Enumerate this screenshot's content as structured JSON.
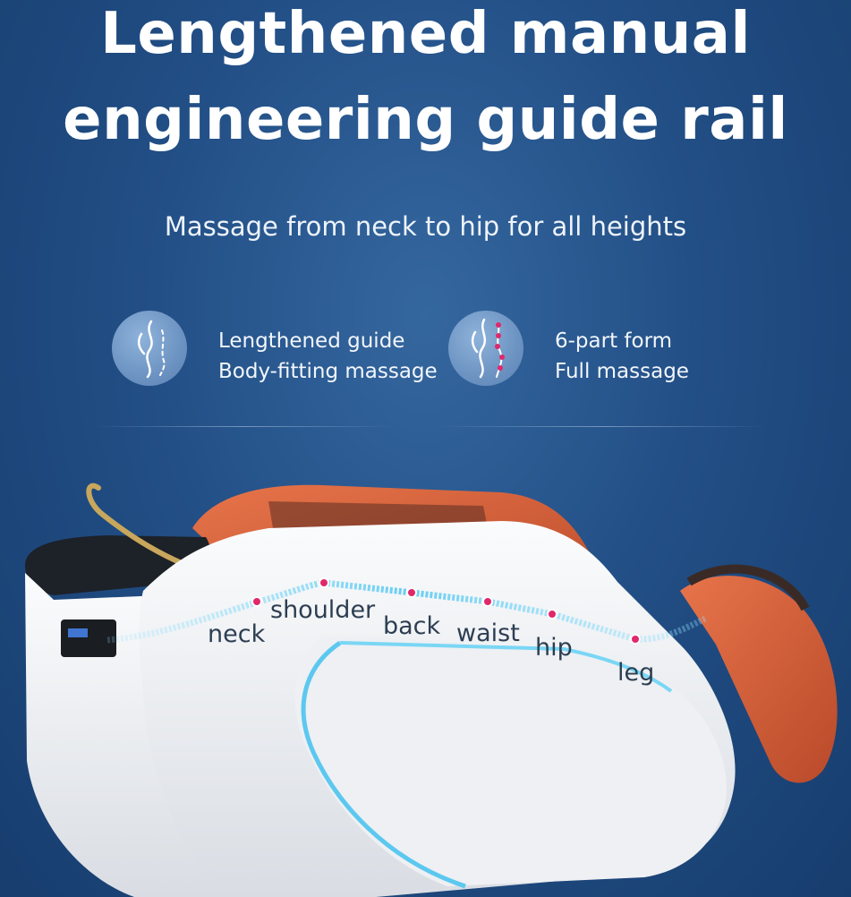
{
  "heading": {
    "line1": "Lengthened manual",
    "line2": "engineering guide rail"
  },
  "subheading": "Massage from neck to hip for all heights",
  "features": [
    {
      "icon": "spine-curve-icon",
      "line1": "Lengthened guide",
      "line2": "Body-fitting massage"
    },
    {
      "icon": "body-points-icon",
      "line1": "6-part form",
      "line2": "Full massage"
    }
  ],
  "body_parts": [
    "neck",
    "shoulder",
    "back",
    "waist",
    "hip",
    "leg"
  ],
  "colors": {
    "background": "#224f86",
    "chair_body": "#f4f5f7",
    "upholstery": "#d8603a",
    "rail_glow": "#67cdf2",
    "point_marker": "#e0286a"
  }
}
